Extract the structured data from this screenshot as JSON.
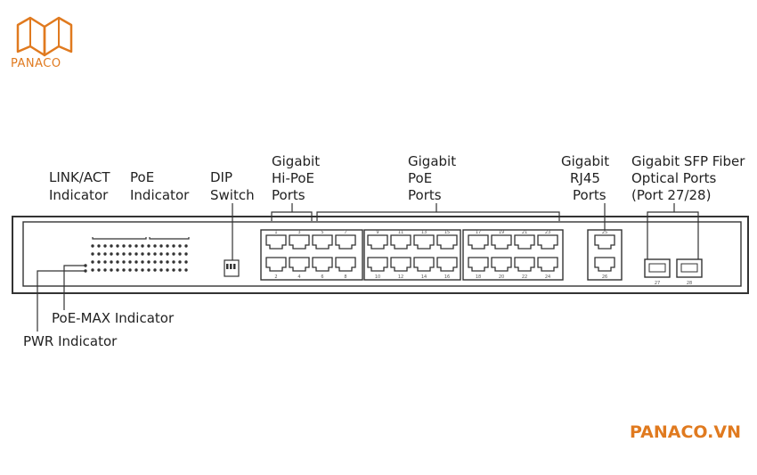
{
  "brand": {
    "logo_text": "PANACO",
    "website": "PANACO.VN",
    "color": "#e07a1f"
  },
  "labels": {
    "link_act": [
      "LINK/ACT",
      "Indicator"
    ],
    "poe_ind": [
      "PoE",
      "Indicator"
    ],
    "dip": [
      "DIP",
      "Switch"
    ],
    "hipoe": [
      "Gigabit",
      "Hi-PoE",
      "Ports"
    ],
    "poe_ports": [
      "Gigabit",
      "PoE",
      "Ports"
    ],
    "rj45": [
      "Gigabit",
      "RJ45",
      "Ports"
    ],
    "sfp": [
      "Gigabit SFP Fiber",
      "Optical Ports",
      "(Port 27/28)"
    ],
    "poe_max": "PoE-MAX Indicator",
    "pwr": "PWR Indicator"
  },
  "ports": {
    "top_numbers": [
      "1",
      "3",
      "5",
      "7",
      "9",
      "11",
      "13",
      "15",
      "17",
      "19",
      "21",
      "23"
    ],
    "bottom_numbers": [
      "2",
      "4",
      "6",
      "8",
      "10",
      "12",
      "14",
      "16",
      "18",
      "20",
      "22",
      "24"
    ],
    "rj45_top": "25",
    "rj45_bottom": "26",
    "sfp": [
      "27",
      "28"
    ]
  }
}
